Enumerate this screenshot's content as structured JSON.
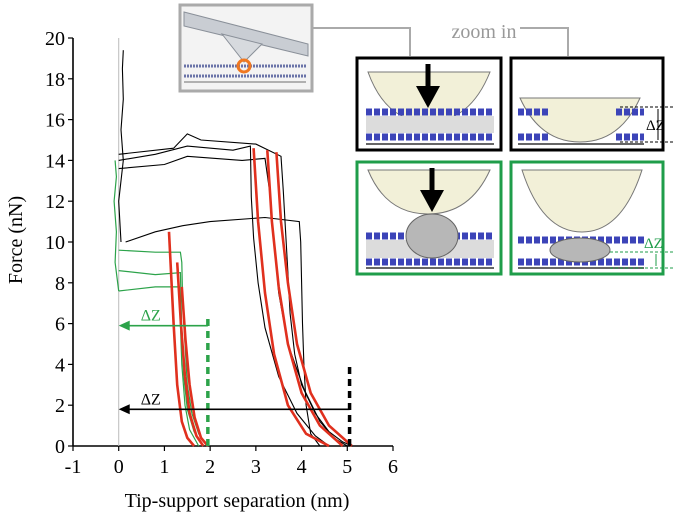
{
  "chart_data": {
    "type": "line",
    "xlabel": "Tip-support separation (nm)",
    "ylabel": "Force (nN)",
    "xlim": [
      -1,
      6
    ],
    "ylim": [
      0,
      20
    ],
    "x_ticks": [
      "-1",
      "0",
      "1",
      "2",
      "3",
      "4",
      "5",
      "6"
    ],
    "y_ticks": [
      "0",
      "2",
      "4",
      "6",
      "8",
      "10",
      "12",
      "14",
      "16",
      "18",
      "20"
    ],
    "grid": false,
    "colors": {
      "black_curves": "#000000",
      "green_curves": "#2ca34a",
      "fit_curves": "#e0301e",
      "zero_line": "#bbbbbb"
    },
    "series_black": [
      [
        [
          5.1,
          0
        ],
        [
          4.9,
          0.2
        ],
        [
          4.6,
          0.7
        ],
        [
          4.3,
          1.6
        ],
        [
          4.0,
          3.0
        ],
        [
          3.85,
          4.5
        ],
        [
          3.75,
          6.5
        ],
        [
          3.7,
          8.5
        ],
        [
          3.65,
          10.5
        ],
        [
          3.6,
          12.5
        ],
        [
          3.55,
          14.2
        ],
        [
          3.0,
          14.8
        ],
        [
          1.8,
          15.0
        ],
        [
          1.5,
          15.3
        ],
        [
          1.2,
          14.6
        ],
        [
          0.0,
          14.3
        ]
      ],
      [
        [
          5.0,
          0
        ],
        [
          4.7,
          0.4
        ],
        [
          4.4,
          1.2
        ],
        [
          4.05,
          2.8
        ],
        [
          3.7,
          5.0
        ],
        [
          3.5,
          7.5
        ],
        [
          3.4,
          10.0
        ],
        [
          3.3,
          12.5
        ],
        [
          3.2,
          14.1
        ],
        [
          2.7,
          14.0
        ],
        [
          1.5,
          14.2
        ],
        [
          1.0,
          13.8
        ],
        [
          0.0,
          13.6
        ]
      ],
      [
        [
          4.6,
          0
        ],
        [
          4.3,
          0.5
        ],
        [
          3.9,
          1.6
        ],
        [
          3.5,
          3.4
        ],
        [
          3.2,
          5.8
        ],
        [
          3.05,
          8.0
        ],
        [
          2.95,
          10.2
        ],
        [
          2.9,
          12.2
        ],
        [
          2.88,
          14.7
        ],
        [
          2.5,
          14.5
        ],
        [
          1.5,
          14.7
        ],
        [
          0.8,
          14.3
        ],
        [
          0.0,
          14.0
        ]
      ],
      [
        [
          4.4,
          0
        ],
        [
          4.2,
          0.6
        ],
        [
          4.1,
          2.0
        ],
        [
          4.05,
          4.0
        ],
        [
          4.02,
          6.0
        ],
        [
          4.0,
          8.0
        ],
        [
          3.98,
          10.0
        ],
        [
          3.95,
          11.0
        ],
        [
          3.2,
          11.2
        ],
        [
          2.0,
          11.0
        ],
        [
          1.4,
          10.8
        ],
        [
          0.8,
          10.5
        ],
        [
          0.15,
          10.0
        ]
      ],
      [
        [
          0.05,
          10
        ],
        [
          0.0,
          12
        ],
        [
          0.1,
          14
        ],
        [
          0.05,
          15.5
        ],
        [
          0.1,
          17.0
        ],
        [
          0.08,
          18.5
        ],
        [
          0.1,
          19.4
        ]
      ]
    ],
    "series_green": [
      [
        [
          1.95,
          0
        ],
        [
          1.75,
          0.6
        ],
        [
          1.6,
          1.6
        ],
        [
          1.5,
          3.0
        ],
        [
          1.45,
          5.0
        ],
        [
          1.4,
          7.0
        ],
        [
          1.38,
          9.0
        ],
        [
          1.35,
          9.5
        ],
        [
          0.8,
          9.5
        ],
        [
          0.0,
          9.6
        ]
      ],
      [
        [
          1.85,
          0
        ],
        [
          1.65,
          0.7
        ],
        [
          1.5,
          1.8
        ],
        [
          1.42,
          3.5
        ],
        [
          1.38,
          5.5
        ],
        [
          1.36,
          7.5
        ],
        [
          1.35,
          8.5
        ],
        [
          0.8,
          8.4
        ],
        [
          0.0,
          8.6
        ]
      ],
      [
        [
          1.75,
          0
        ],
        [
          1.55,
          0.8
        ],
        [
          1.45,
          2.0
        ],
        [
          1.38,
          4.0
        ],
        [
          1.35,
          6.0
        ],
        [
          1.33,
          7.8
        ],
        [
          0.8,
          7.8
        ],
        [
          0.0,
          7.6
        ]
      ],
      [
        [
          0.0,
          7.6
        ],
        [
          -0.08,
          9.0
        ],
        [
          -0.05,
          10.5
        ],
        [
          -0.1,
          12.0
        ],
        [
          -0.05,
          13.2
        ],
        [
          -0.08,
          14.0
        ]
      ]
    ],
    "series_fit": [
      [
        [
          1.1,
          10.5
        ],
        [
          1.2,
          6.0
        ],
        [
          1.28,
          3.0
        ],
        [
          1.38,
          1.2
        ],
        [
          1.5,
          0.4
        ],
        [
          1.65,
          0
        ]
      ],
      [
        [
          1.28,
          9.0
        ],
        [
          1.36,
          6.0
        ],
        [
          1.45,
          3.4
        ],
        [
          1.55,
          1.6
        ],
        [
          1.7,
          0.5
        ],
        [
          1.85,
          0
        ]
      ],
      [
        [
          1.38,
          7.8
        ],
        [
          1.46,
          5.2
        ],
        [
          1.55,
          3.0
        ],
        [
          1.66,
          1.4
        ],
        [
          1.8,
          0.4
        ],
        [
          1.95,
          0
        ]
      ],
      [
        [
          2.95,
          14.6
        ],
        [
          3.05,
          11.0
        ],
        [
          3.2,
          7.5
        ],
        [
          3.4,
          4.5
        ],
        [
          3.7,
          2.0
        ],
        [
          4.1,
          0.6
        ],
        [
          4.6,
          0
        ]
      ],
      [
        [
          3.25,
          14.5
        ],
        [
          3.35,
          11.0
        ],
        [
          3.5,
          7.8
        ],
        [
          3.7,
          5.0
        ],
        [
          4.0,
          2.6
        ],
        [
          4.4,
          1.0
        ],
        [
          4.9,
          0
        ]
      ],
      [
        [
          3.45,
          14.4
        ],
        [
          3.55,
          11.0
        ],
        [
          3.7,
          8.0
        ],
        [
          3.9,
          5.0
        ],
        [
          4.2,
          2.6
        ],
        [
          4.6,
          1.0
        ],
        [
          5.1,
          0
        ]
      ]
    ],
    "dashed_markers": [
      {
        "x": 5.05,
        "y0": 0,
        "y1": 4.0,
        "color": "black"
      },
      {
        "x": 1.95,
        "y0": 0,
        "y1": 6.4,
        "color": "green"
      }
    ],
    "annotations": [
      {
        "label": "ΔZ",
        "y": 1.8,
        "x_from": 5.05,
        "x_to": 0.0,
        "color": "black"
      },
      {
        "label": "ΔZ",
        "y": 5.9,
        "x_from": 1.95,
        "x_to": 0.0,
        "color": "green"
      }
    ]
  },
  "inset": {
    "zoom_label": "zoom in",
    "delta_z_black": "ΔZ",
    "delta_z_green": "ΔZ"
  }
}
